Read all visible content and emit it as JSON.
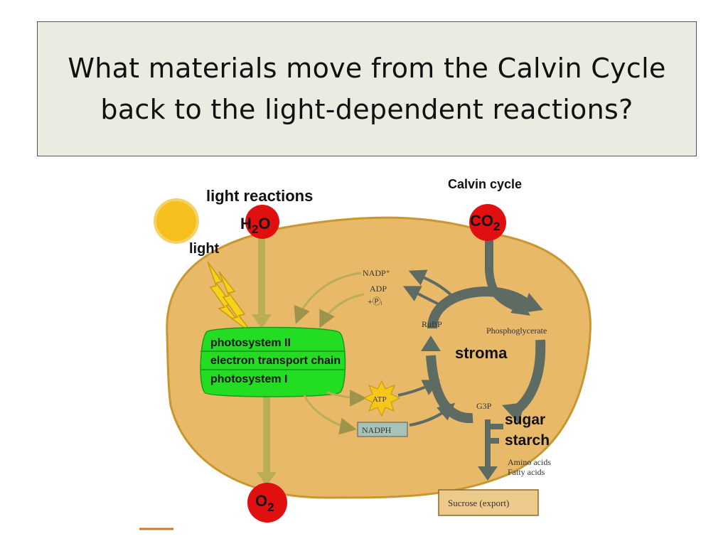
{
  "slide": {
    "title_line1": "What materials move from the Calvin Cycle",
    "title_line2": "back to the light-dependent reactions?"
  },
  "diagram": {
    "light_reactions_label": "light reactions",
    "calvin_cycle_label": "Calvin cycle",
    "light_label": "light",
    "h2o": {
      "main": "H",
      "sub": "2",
      "tail": "O"
    },
    "co2": {
      "main": "CO",
      "sub": "2"
    },
    "o2": {
      "main": "O",
      "sub": "2"
    },
    "thylakoid_lines": [
      "photosystem II",
      "electron transport chain",
      "photosystem I"
    ],
    "nadp_plus": "NADP⁺",
    "adp": "ADP",
    "pi": "+Ⓟᵢ",
    "atp": "ATP",
    "nadph": "NADPH",
    "rubp": "RuBP",
    "phosphoglycerate": "Phosphoglycerate",
    "stroma": "stroma",
    "g3p": "G3P",
    "sugar": "sugar",
    "starch": "starch",
    "amino_acids": "Amino acids",
    "fatty_acids": "Fatty acids",
    "sucrose_export": "Sucrose (export)",
    "colors": {
      "chloroplast_fill": "#e9b96a",
      "chloroplast_stroke": "#c9962f",
      "thylakoid": "#22dd22",
      "molecule_red": "#e01010",
      "arrow_olive": "#b9ae55",
      "cycle_arrow": "#5d6b63",
      "sun": "#f7bf1e"
    }
  }
}
